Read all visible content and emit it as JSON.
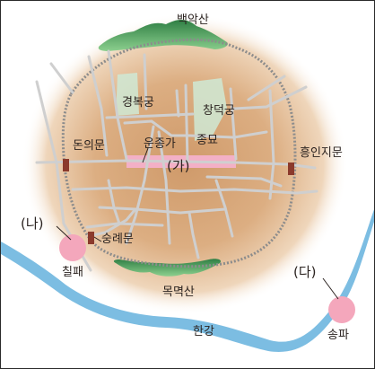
{
  "map": {
    "title": "",
    "labels": {
      "baegaksan": "백악산",
      "gyeongbokgung": "경복궁",
      "changdeokgung": "창덕궁",
      "jongmyo": "종묘",
      "donuimun": "돈의문",
      "unjongga": "운종가",
      "ga": "(가)",
      "heunginjimun": "흥인지문",
      "na": "(나)",
      "sungnyemun": "숭례문",
      "chilpae": "칠패",
      "mongmyeoksan": "목멱산",
      "da": "(다)",
      "songpa": "송파",
      "hangang": "한강"
    },
    "colors": {
      "city_glow": "#d9a777",
      "river": "#6fb4dc",
      "mountain": "#3f9a55",
      "palace": "#c9e6d0",
      "road": "#c8c8c8",
      "main_street": "#f2a8c0",
      "gate": "#8b3a2c",
      "market": "#f2a2b8",
      "wall": "#8a8a8a"
    }
  }
}
